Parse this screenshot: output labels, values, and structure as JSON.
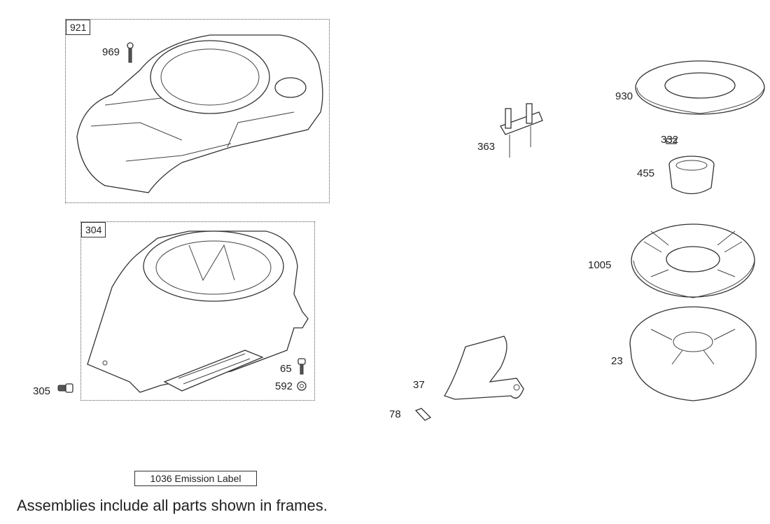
{
  "frames": [
    {
      "id": "921"
    },
    {
      "id": "304"
    }
  ],
  "callouts": {
    "p969": "969",
    "p930": "930",
    "p363": "363",
    "p332": "332",
    "p455": "455",
    "p1005": "1005",
    "p23": "23",
    "p305": "305",
    "p65": "65",
    "p592": "592",
    "p37": "37",
    "p78": "78"
  },
  "emission_label": "1036 Emission Label",
  "footer_note": "Assemblies include all parts shown in frames."
}
